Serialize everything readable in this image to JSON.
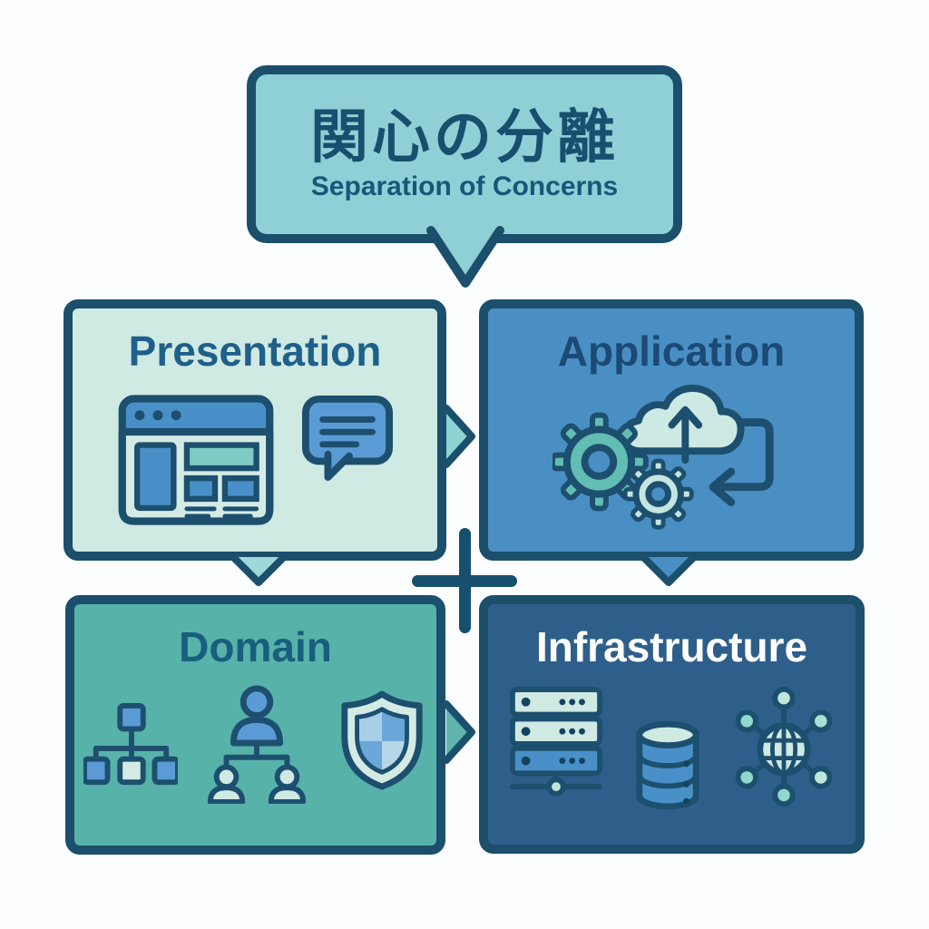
{
  "diagram": {
    "title_ja": "関心の分離",
    "title_en": "Separation of Concerns",
    "colors": {
      "outline": "#1b4f6b",
      "bubble_fill": "#8fd0d6",
      "page_background": "#fbfdfe",
      "accent_blue": "#4a8fc4",
      "accent_teal": "#57b2aa",
      "accent_mint": "#cfe9e3",
      "dark_text": "#17506e"
    }
  },
  "quadrants": [
    {
      "label": "Presentation",
      "bg": "#cfe9e3",
      "text_color": "#1e6089",
      "icons": [
        "browser-window-icon",
        "chat-bubble-icon"
      ]
    },
    {
      "label": "Application",
      "bg": "#4a8fc4",
      "text_color": "#1b4a74",
      "icons": [
        "gear-large-icon",
        "gear-small-icon",
        "cloud-upload-icon",
        "loop-arrow-icon"
      ]
    },
    {
      "label": "Domain",
      "bg": "#57b2aa",
      "text_color": "#185e7d",
      "icons": [
        "org-tree-icon",
        "team-hierarchy-icon",
        "shield-icon"
      ]
    },
    {
      "label": "Infrastructure",
      "bg": "#2e5f8b",
      "text_color": "#ffffff",
      "icons": [
        "server-stack-icon",
        "database-icon",
        "network-icon"
      ]
    }
  ],
  "connectors": {
    "bubble_tail_direction": "down",
    "center_shape": "plus-cross",
    "arrows": [
      {
        "from": "Presentation",
        "to": "Application",
        "direction": "right",
        "fill": "#8fd2d4"
      },
      {
        "from": "Presentation",
        "to": "Domain",
        "direction": "down",
        "fill": "#9fd8d8"
      },
      {
        "from": "Application",
        "to": "Infrastructure",
        "direction": "down",
        "fill": "#4a8fc4"
      },
      {
        "from": "Domain",
        "to": "Infrastructure",
        "direction": "right",
        "fill": "#5fb5ad"
      }
    ]
  }
}
